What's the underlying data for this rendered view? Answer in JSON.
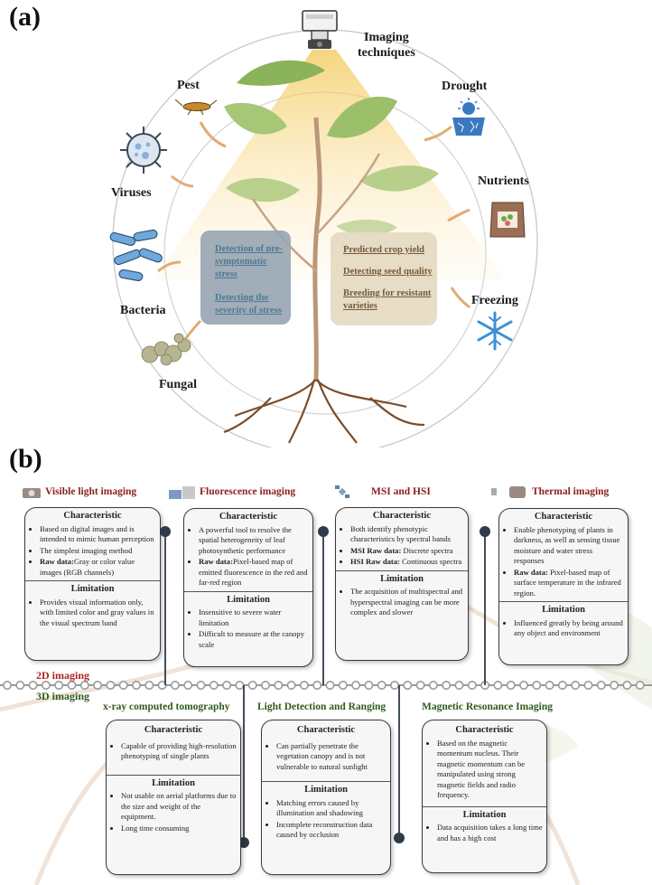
{
  "panel_a": {
    "label": "(a)",
    "imaging_label": [
      "Imaging",
      "techniques"
    ],
    "stresses": {
      "pest": "Pest",
      "viruses": "Viruses",
      "bacteria": "Bacteria",
      "fungal": "Fungal",
      "drought": "Drought",
      "nutrients": "Nutrients",
      "freezing": "Freezing"
    },
    "detection_box": [
      "Detection of pre-",
      "symptomatic stress",
      "Detecting the",
      "severity of stress"
    ],
    "application_box": [
      "Predicted crop yield",
      "Detecting seed quality",
      "Breeding for resistant",
      "varieties"
    ]
  },
  "panel_b": {
    "label": "(b)",
    "dim_2d": "2D imaging",
    "dim_3d": "3D imaging",
    "section_characteristic": "Characteristic",
    "section_limitation": "Limitation",
    "techniques_2d": [
      {
        "title": "Visible light imaging",
        "characteristics": [
          {
            "text": "Based on digital images and is intended to mimic human perception"
          },
          {
            "text": "The simplest imaging method"
          },
          {
            "bold": "Raw data:",
            "text": "Gray or color value images (RGB channels)"
          }
        ],
        "limitations": [
          {
            "text": "Provides visual information only, with limited color and gray values in the visual spectrum band"
          }
        ]
      },
      {
        "title": "Fluorescence imaging",
        "characteristics": [
          {
            "text": "A powerful tool to resolve the spatial heterogeneity of leaf photosynthetic performance"
          },
          {
            "bold": "Raw data:",
            "text": "Pixel-based map of emitted fluorescence in the red and far-red region"
          }
        ],
        "limitations": [
          {
            "text": "Insensitive to severe water limitation"
          },
          {
            "text": "Difficult to measure at the canopy scale"
          }
        ]
      },
      {
        "title": "MSI and HSI",
        "characteristics": [
          {
            "text": "Both identify phenotypic characteristics by spectral bands"
          },
          {
            "bold": "MSI Raw data:",
            "text": " Discrete spectra"
          },
          {
            "bold": "HSI Raw data:",
            "text": " Continuous spectra"
          }
        ],
        "limitations": [
          {
            "text": "The acquisition of multispectral and hyperspectral imaging can be more complex and slower"
          }
        ]
      },
      {
        "title": "Thermal imaging",
        "characteristics": [
          {
            "text": "Enable phenotyping of plants in darkness, as well as sensing tissue moisture and water stress responses"
          },
          {
            "bold": "Raw data:",
            "text": " Pixel-based map of surface temperature in the infrared region."
          }
        ],
        "limitations": [
          {
            "text": "Influenced greatly by being around any object and environment"
          }
        ]
      }
    ],
    "techniques_3d": [
      {
        "title": "x-ray computed tomography",
        "characteristics": [
          {
            "text": "Capable of providing high-resolution phenotyping of single plants"
          }
        ],
        "limitations": [
          {
            "text": "Not usable on aerial platforms due to the size and weight of the equipment."
          },
          {
            "text": "Long time consuming"
          }
        ]
      },
      {
        "title": "Light Detection and Ranging",
        "characteristics": [
          {
            "text": "Can partially penetrate the vegetation canopy and is not vulnerable to natural sunlight"
          }
        ],
        "limitations": [
          {
            "text": "Matching errors caused by illumination and shadowing"
          },
          {
            "text": "Incomplete reconstruction data caused by occlusion"
          }
        ]
      },
      {
        "title": "Magnetic Resonance Imaging",
        "characteristics": [
          {
            "text": "Based on the magnetic momentum nucleus. Their magnetic momentum can be manipulated using strong magnetic fields and radio frequency."
          }
        ],
        "limitations": [
          {
            "text": "Data acquisition takes a long time and has a high cost"
          }
        ]
      }
    ]
  },
  "colors": {
    "title_2d": "#8b1e1e",
    "title_3d": "#2f5a1c",
    "detection_box": "#9aa7b3",
    "application_box": "#e6dbc4",
    "timeline": "#9a9a9a"
  },
  "icons": [
    "camera-icon",
    "pest-icon",
    "virus-icon",
    "bacteria-icon",
    "fungal-icon",
    "drought-icon",
    "nutrients-bag-icon",
    "snowflake-icon",
    "plant-illustration"
  ]
}
